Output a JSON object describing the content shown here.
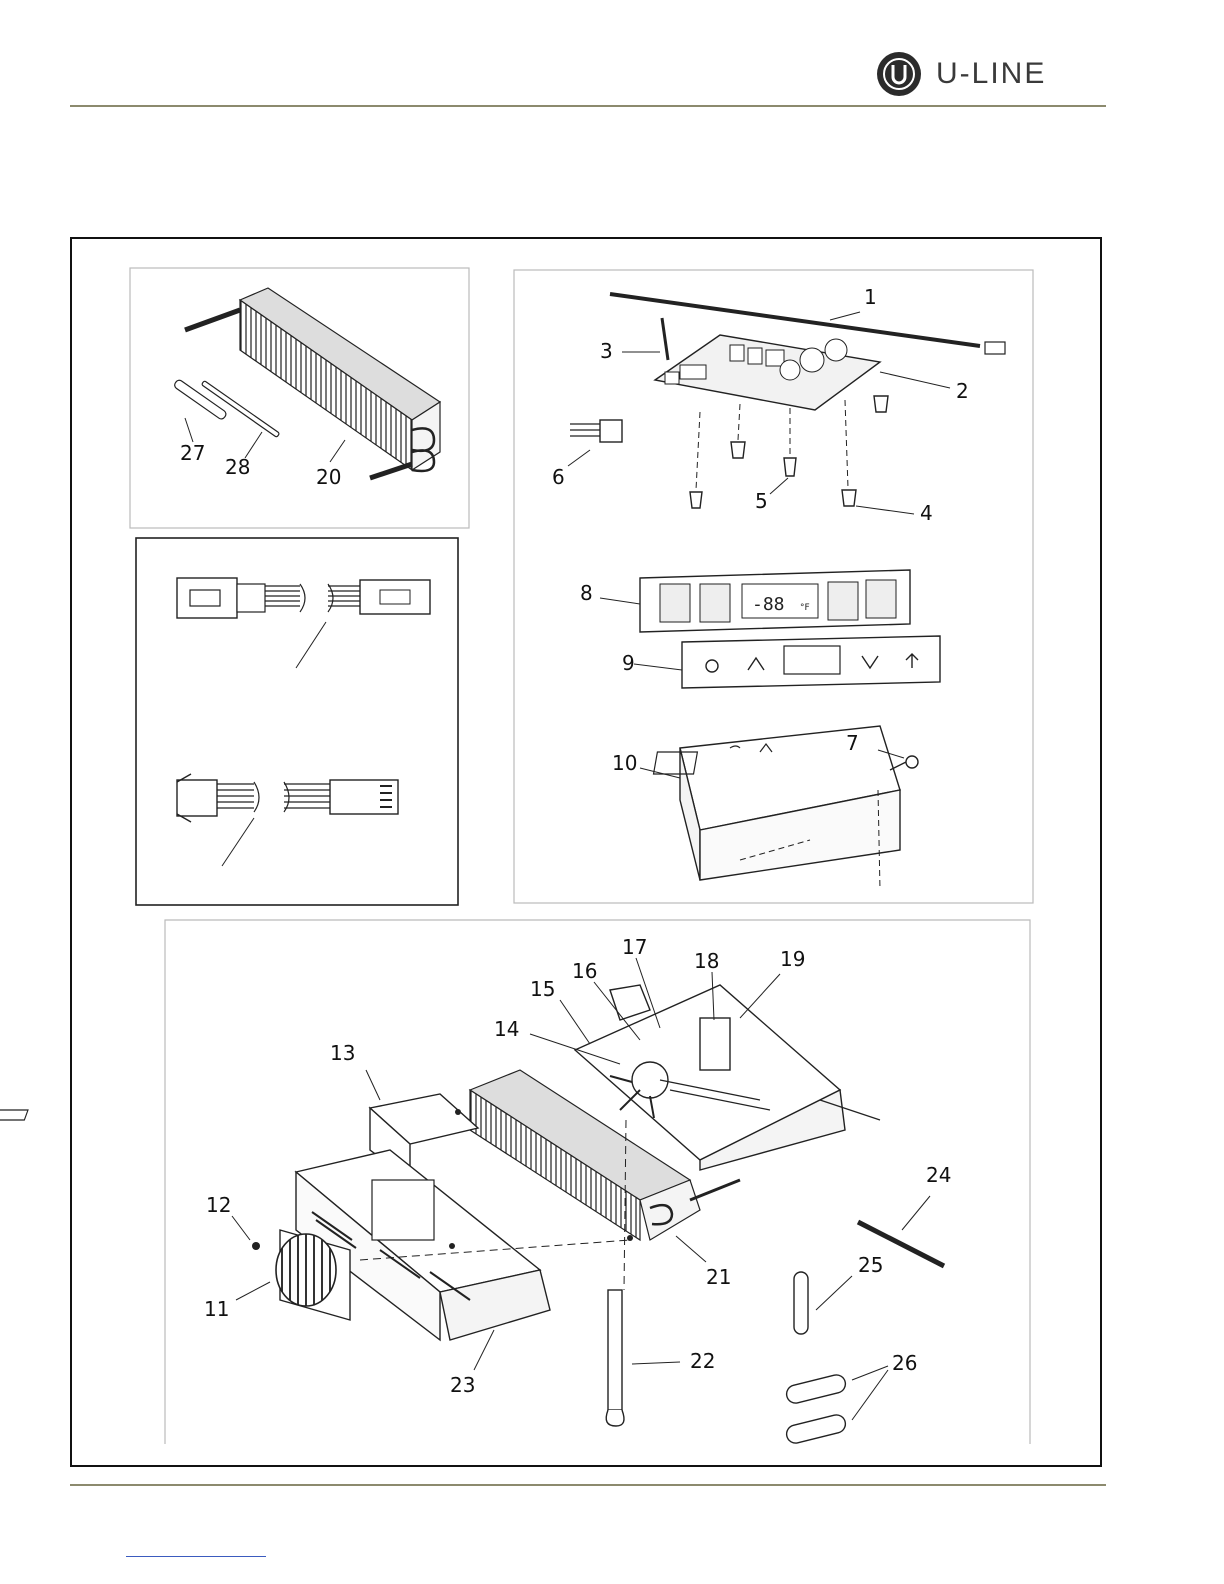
{
  "brand": {
    "name": "U-LINE",
    "accent": "#8c8a6e"
  },
  "callouts": {
    "c1": "1",
    "c2": "2",
    "c3": "3",
    "c4": "4",
    "c5": "5",
    "c6": "6",
    "c7": "7",
    "c8": "8",
    "c9": "9",
    "c10": "10",
    "c11": "11",
    "c12": "12",
    "c13": "13",
    "c14": "14",
    "c15": "15",
    "c16": "16",
    "c17": "17",
    "c18": "18",
    "c19": "19",
    "c20": "20",
    "c21": "21",
    "c22": "22",
    "c23": "23",
    "c24": "24",
    "c25": "25",
    "c26": "26",
    "c27": "27",
    "c28": "28"
  },
  "display": {
    "digits": "-88",
    "unit": "°F"
  }
}
